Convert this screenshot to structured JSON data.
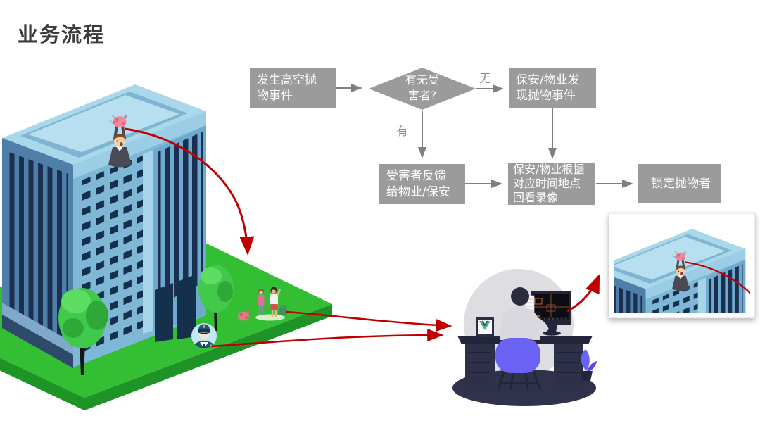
{
  "title": "业务流程",
  "flowchart": {
    "node_bg": "#9B9B9B",
    "node_text_color": "#FFFFFF",
    "connector_color": "#7F7F7F",
    "nodes": {
      "start": {
        "label": "发生高空抛\n物事件"
      },
      "decision": {
        "label": "有无受\n害者?"
      },
      "no_branch": {
        "label": "保安/物业发\n现抛物事件"
      },
      "yes_branch": {
        "label": "受害者反馈\n给物业/保安"
      },
      "review": {
        "label": "保安/物业根据\n对应时间地点\n回看录像"
      },
      "result": {
        "label": "锁定抛物者"
      }
    },
    "edge_labels": {
      "no": "无",
      "yes": "有"
    }
  },
  "illustration": {
    "accent_red": "#C00000",
    "grass_top": "#33BE33",
    "grass_side": "#1F9426",
    "building_roof": "#A9D8EA",
    "building_left_face": "#4F7FA8",
    "building_front_face": "#7EB8D6",
    "building_right_face": "#6FA9CD",
    "building_window": "#14304D",
    "chair_purple": "#6A62F2",
    "desk_navy": "#23253B",
    "icons": [
      "building-icon",
      "thrower-icon",
      "falling-object-icon",
      "trajectory-arrow",
      "tree-icon",
      "pedestrians-icon",
      "security-guard-icon",
      "dropped-object-icon",
      "report-arrows",
      "monitoring-operator-icon",
      "surveillance-monitor-icon",
      "vue-picture-frame-icon",
      "plant-icon",
      "camera-snapshot-icon",
      "review-arrow"
    ]
  }
}
